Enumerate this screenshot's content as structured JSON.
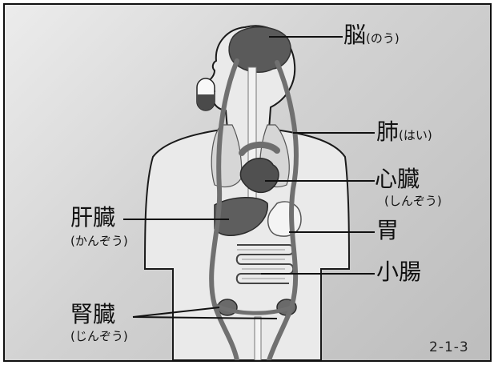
{
  "labels": {
    "brain": {
      "main": "脳",
      "reading": "(のう)"
    },
    "lung": {
      "main": "肺",
      "reading": "(はい)"
    },
    "heart": {
      "main": "心臓",
      "reading": "(しんぞう)"
    },
    "liver": {
      "main": "肝臓",
      "reading": "(かんぞう)"
    },
    "stomach": {
      "main": "胃"
    },
    "small_intestine": {
      "main": "小腸"
    },
    "kidney": {
      "main": "腎臓",
      "reading": "(じんぞう)"
    }
  },
  "figure_number": "2-1-3",
  "colors": {
    "organ_dark": "#5a5a5a",
    "organ_mid": "#8a8a8a",
    "vessel": "#6e6e6e",
    "body_fill": "#e8e8e8",
    "outline": "#1a1a1a"
  }
}
